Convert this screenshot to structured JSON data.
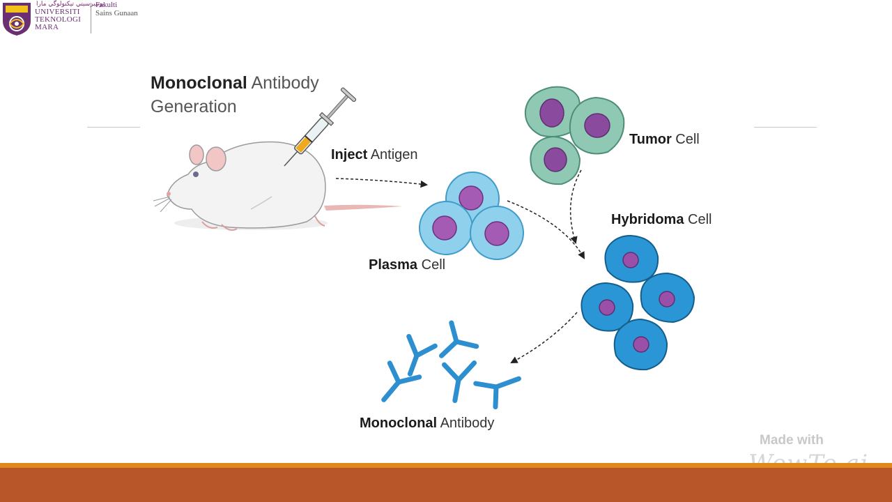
{
  "header": {
    "arabic_text": "ﯾﻮﻧﯿﺒﺮﺳﯿﺘﻲ ﺗﯿﻜﻨﻮﻟﻮﮔﻲ ﻣﺎرا",
    "university_lines": [
      "UNIVERSITI",
      "TEKNOLOGI",
      "MARA"
    ],
    "faculty_line1": "Fakulti",
    "faculty_line2": "Sains Gunaan"
  },
  "title": {
    "bold": "Monoclonal",
    "light": "Antibody",
    "line2": "Generation"
  },
  "labels": {
    "inject": {
      "bold": "Inject",
      "light": "Antigen"
    },
    "tumor": {
      "bold": "Tumor",
      "light": "Cell"
    },
    "plasma": {
      "bold": "Plasma",
      "light": "Cell"
    },
    "hybridoma": {
      "bold": "Hybridoma",
      "light": "Cell"
    },
    "antibody": {
      "bold": "Monoclonal",
      "light": "Antibody"
    }
  },
  "watermark": {
    "line1": "Made with",
    "line2": "WowTo.ai"
  },
  "colors": {
    "tumor_fill": "#8fc9b4",
    "plasma_fill": "#8fd0ec",
    "hybridoma_fill": "#2b96d6",
    "nucleus": "#8a4b9e",
    "antibody": "#2d8fcf",
    "band_orange": "#e08a1e",
    "band_rust": "#b8562a"
  }
}
